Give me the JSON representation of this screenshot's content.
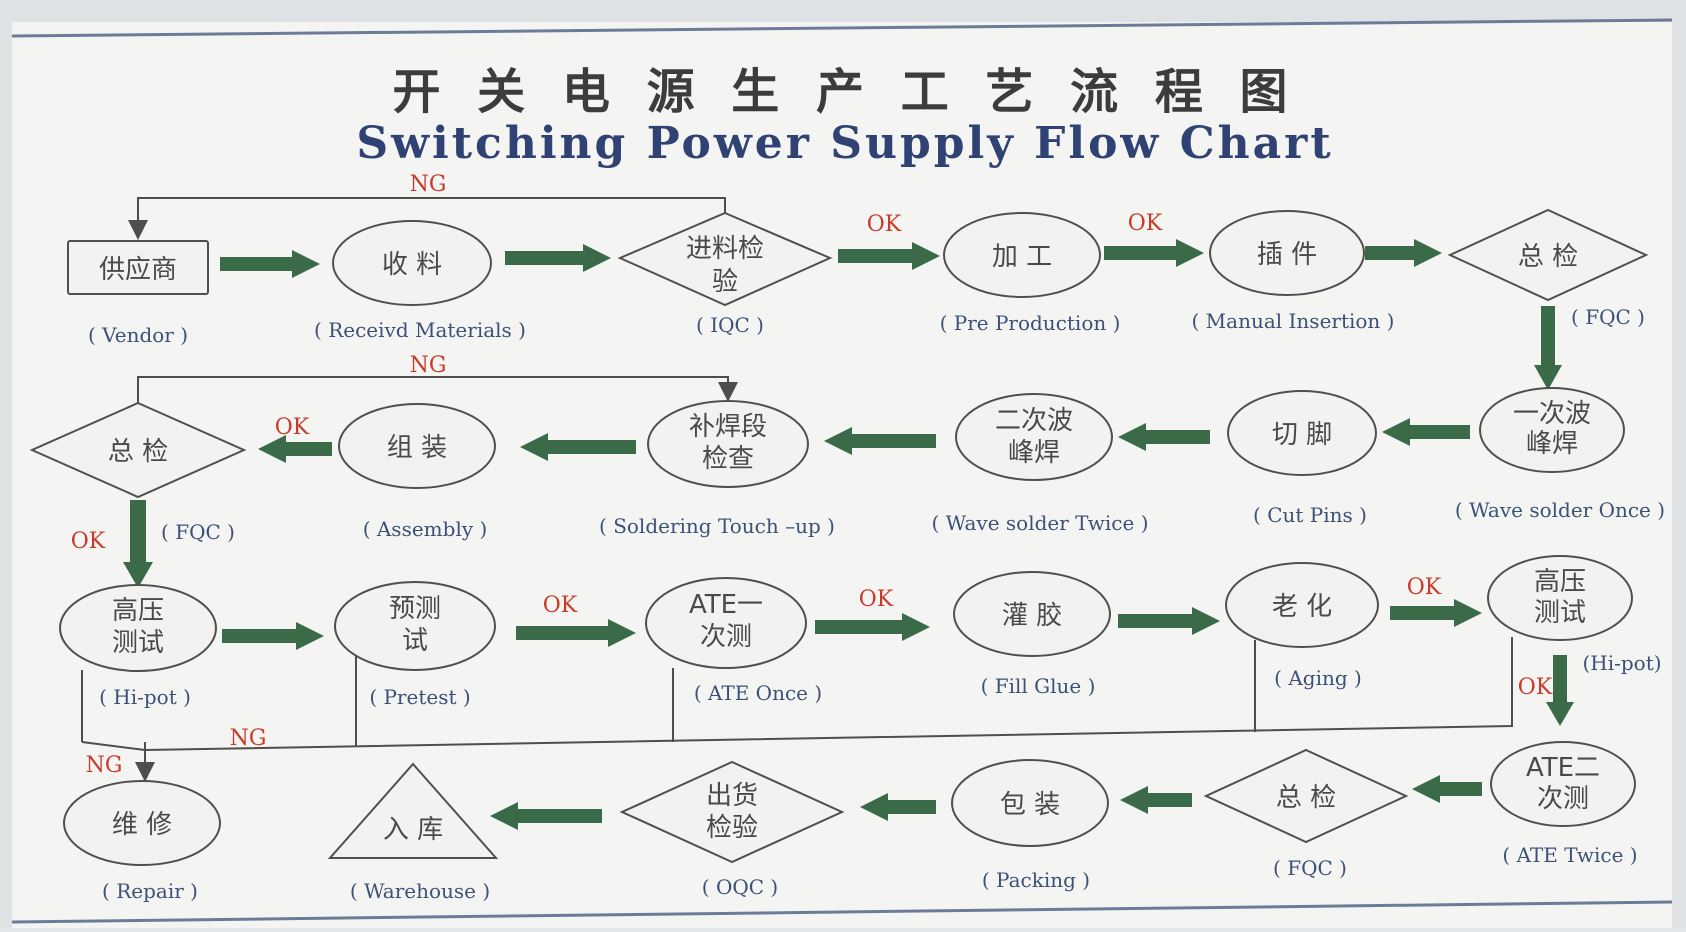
{
  "title_cn": "开 关 电 源 生 产 工 艺 流 程 图",
  "title_en": "Switching Power Supply Flow Chart",
  "nodes": {
    "vendor": {
      "cn1": "供应商",
      "cn2": "",
      "en": "( Vendor )"
    },
    "receive": {
      "cn1": "收 料",
      "cn2": "",
      "en": "( Receivd Materials )"
    },
    "iqc": {
      "cn1": "进料检",
      "cn2": "验",
      "en": "( IQC )"
    },
    "preprod": {
      "cn1": "加 工",
      "cn2": "",
      "en": "( Pre  Production )"
    },
    "insert": {
      "cn1": "插 件",
      "cn2": "",
      "en": "( Manual  Insertion )"
    },
    "fqc1": {
      "cn1": "总 检",
      "cn2": "",
      "en": "( FQC )"
    },
    "wave1": {
      "cn1": "一次波",
      "cn2": "峰焊",
      "en": "( Wave solder  Once )"
    },
    "cutpins": {
      "cn1": "切 脚",
      "cn2": "",
      "en": "( Cut Pins )"
    },
    "wave2": {
      "cn1": "二次波",
      "cn2": "峰焊",
      "en": "( Wave  solder Twice )"
    },
    "touchup": {
      "cn1": "补焊段",
      "cn2": "检查",
      "en": "( Soldering Touch –up )"
    },
    "assembly": {
      "cn1": "组 装",
      "cn2": "",
      "en": "( Assembly )"
    },
    "fqc2": {
      "cn1": "总 检",
      "cn2": "",
      "en": "( FQC )"
    },
    "hipot1": {
      "cn1": "高压",
      "cn2": "测试",
      "en": "( Hi-pot )"
    },
    "pretest": {
      "cn1": "预测",
      "cn2": "试",
      "en": "( Pretest )"
    },
    "ate1": {
      "cn1": "ATE一",
      "cn2": "次测",
      "en": "( ATE Once  )"
    },
    "fillglue": {
      "cn1": "灌 胶",
      "cn2": "",
      "en": "( Fill Glue )"
    },
    "aging": {
      "cn1": "老 化",
      "cn2": "",
      "en": "( Aging )"
    },
    "hipot2": {
      "cn1": "高压",
      "cn2": "测试",
      "en": "(Hi-pot)"
    },
    "ate2": {
      "cn1": "ATE二",
      "cn2": "次测",
      "en": "( ATE Twice )"
    },
    "fqc3": {
      "cn1": "总 检",
      "cn2": "",
      "en": "( FQC )"
    },
    "packing": {
      "cn1": "包 装",
      "cn2": "",
      "en": "( Packing )"
    },
    "oqc": {
      "cn1": "出货",
      "cn2": "检验",
      "en": "( OQC )"
    },
    "warehouse": {
      "cn1": "入 库",
      "cn2": "",
      "en": "( Warehouse )"
    },
    "repair": {
      "cn1": "维 修",
      "cn2": "",
      "en": "( Repair )"
    }
  },
  "labels": {
    "ok": "OK",
    "ng": "NG"
  },
  "colors": {
    "arrow": "#3a6a48",
    "ok_ng": "#c93a2a",
    "english": "#3d5078",
    "title_en": "#2f4273"
  }
}
